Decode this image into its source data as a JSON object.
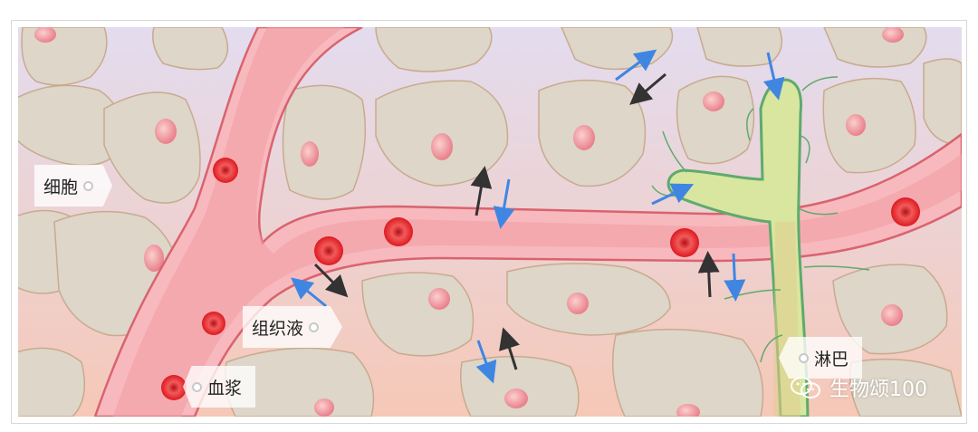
{
  "labels": {
    "cell": "细胞",
    "tissue_fluid": "组织液",
    "plasma": "血浆",
    "lymph": "淋巴"
  },
  "watermark": {
    "text": "生物颂100",
    "icon": "wechat-icon"
  },
  "colors": {
    "background_top": "#e3dcef",
    "background_bottom": "#f6c8b7",
    "cell_body": "#ddd6c9",
    "cell_outline": "#c9aa8e",
    "vessel_fill": "#f7b9bd",
    "vessel_wall": "#d9636f",
    "red_blood_cell": "#e0181f",
    "lymph_vessel": "#d8e6a0",
    "lymph_outline": "#5faa6d",
    "blue_arrow": "#3f86e3",
    "black_arrow": "#333333"
  }
}
